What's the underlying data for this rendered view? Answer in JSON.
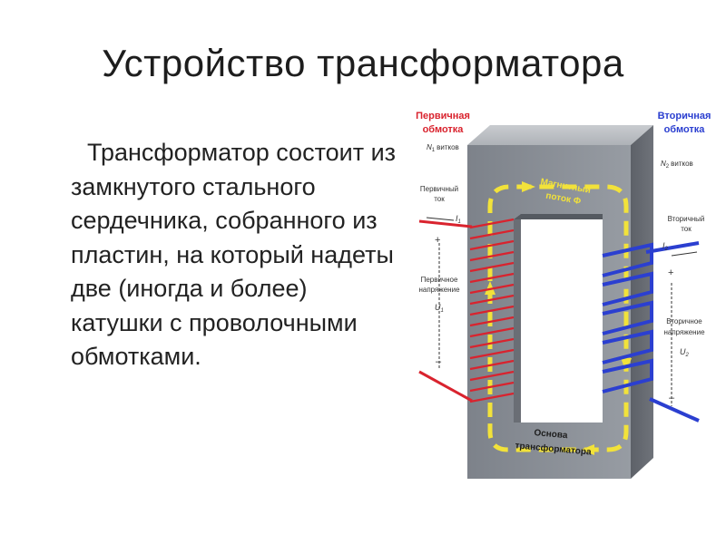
{
  "slide": {
    "title": "Устройство трансформатора",
    "body": "Трансформатор состоит из замкнутого стального сердечника, собранного из пластин, на который надеты две (иногда и более) катушки с проволочными обмотками."
  },
  "diagram": {
    "primary_winding_line1": "Первичная",
    "primary_winding_line2": "обмотка",
    "primary_turns_sym": "N",
    "primary_turns_sub": "1",
    "primary_turns_word": "витков",
    "secondary_winding_line1": "Вторичная",
    "secondary_winding_line2": "обмотка",
    "secondary_turns_sym": "N",
    "secondary_turns_sub": "2",
    "secondary_turns_word": "витков",
    "primary_current_line1": "Первичный",
    "primary_current_line2": "ток",
    "primary_current_sym": "I",
    "primary_current_sub": "1",
    "secondary_current_line1": "Вторичный",
    "secondary_current_line2": "ток",
    "secondary_current_sym": "I",
    "secondary_current_sub": "2",
    "primary_voltage_line1": "Первичное",
    "primary_voltage_line2": "напряжение",
    "primary_voltage_sym": "U",
    "primary_voltage_sub": "1",
    "secondary_voltage_line1": "Вторичное",
    "secondary_voltage_line2": "напряжение",
    "secondary_voltage_sym": "U",
    "secondary_voltage_sub": "2",
    "plus_sign": "+",
    "minus_sign": "–",
    "flux_line1": "Магнитный",
    "flux_line2": "поток",
    "flux_sym": "Φ",
    "core_line1": "Основа",
    "core_line2": "трансформатора",
    "colors": {
      "primary": "#d9232e",
      "secondary": "#2b3fd0",
      "core": "#8a8f96",
      "flux": "#f2e23a"
    }
  }
}
